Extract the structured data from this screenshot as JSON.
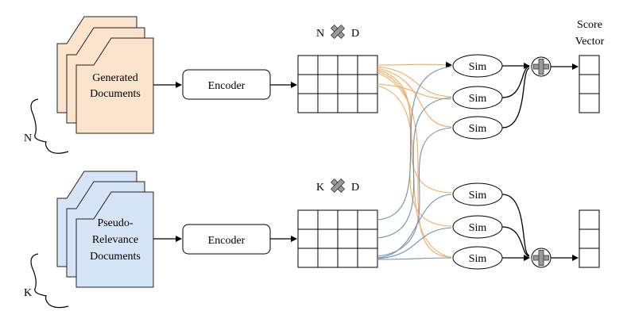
{
  "doc_stack_top": {
    "line1": "Generated",
    "line2": "Documents",
    "fill": "#fbe3cc",
    "stroke": "#222222"
  },
  "doc_stack_bottom": {
    "line1": "Pseudo-",
    "line2": "Relevance",
    "line3": "Documents",
    "fill": "#d5e4f6",
    "stroke": "#222222"
  },
  "brace_top_label": "N",
  "brace_bottom_label": "K",
  "encoder_label": "Encoder",
  "matrix_top": {
    "left": "N",
    "right": "D",
    "times_icon": "cross-icon"
  },
  "matrix_bottom": {
    "left": "K",
    "right": "D",
    "times_icon": "cross-icon"
  },
  "sim_label": "Sim",
  "score_vector": {
    "line1": "Score",
    "line2": "Vector"
  },
  "plus_icon": "circled-plus-icon",
  "colors": {
    "orange_connector": "#f4a95a",
    "blue_connector": "#6f8fb8",
    "line": "#000000",
    "cross_fill": "#9a9a9a"
  }
}
